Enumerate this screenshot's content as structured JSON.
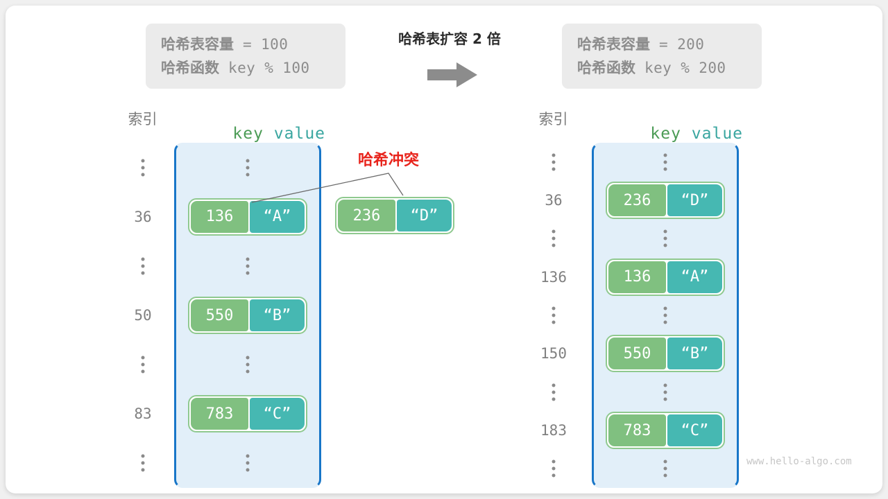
{
  "diagram": {
    "title": "哈希表扩容 2 倍",
    "arrow_icon": "right-arrow-icon",
    "watermark": "www.hello-algo.com",
    "colors": {
      "key_cell": "#80c080",
      "value_cell": "#46b8b2",
      "table_border": "#1876c8",
      "table_fill": "#e2eff9",
      "pair_border": "#8fc98f",
      "collision_text": "#e8241c",
      "info_text": "#8c8c8c",
      "index_text": "#808080"
    }
  },
  "before": {
    "info": {
      "capacity_label": "哈希表容量",
      "capacity_expr": " = 100",
      "function_label": "哈希函数",
      "function_expr": " key % 100"
    },
    "headers": {
      "index": "索引",
      "key": "key",
      "value": "value"
    },
    "rows": [
      {
        "index": "⋮",
        "type": "dots"
      },
      {
        "index": "36",
        "type": "pair",
        "key": "136",
        "value": "“A”"
      },
      {
        "index": "⋮",
        "type": "dots"
      },
      {
        "index": "50",
        "type": "pair",
        "key": "550",
        "value": "“B”"
      },
      {
        "index": "⋮",
        "type": "dots"
      },
      {
        "index": "83",
        "type": "pair",
        "key": "783",
        "value": "“C”"
      },
      {
        "index": "⋮",
        "type": "dots"
      }
    ],
    "collision": {
      "label": "哈希冲突",
      "detached_pair": {
        "key": "236",
        "value": "“D”"
      }
    }
  },
  "after": {
    "info": {
      "capacity_label": "哈希表容量",
      "capacity_expr": " = 200",
      "function_label": "哈希函数",
      "function_expr": " key % 200"
    },
    "headers": {
      "index": "索引",
      "key": "key",
      "value": "value"
    },
    "rows": [
      {
        "index": "⋮",
        "type": "dots"
      },
      {
        "index": "36",
        "type": "pair",
        "key": "236",
        "value": "“D”"
      },
      {
        "index": "⋮",
        "type": "dots"
      },
      {
        "index": "136",
        "type": "pair",
        "key": "136",
        "value": "“A”"
      },
      {
        "index": "⋮",
        "type": "dots"
      },
      {
        "index": "150",
        "type": "pair",
        "key": "550",
        "value": "“B”"
      },
      {
        "index": "⋮",
        "type": "dots"
      },
      {
        "index": "183",
        "type": "pair",
        "key": "783",
        "value": "“C”"
      },
      {
        "index": "⋮",
        "type": "dots"
      }
    ]
  }
}
